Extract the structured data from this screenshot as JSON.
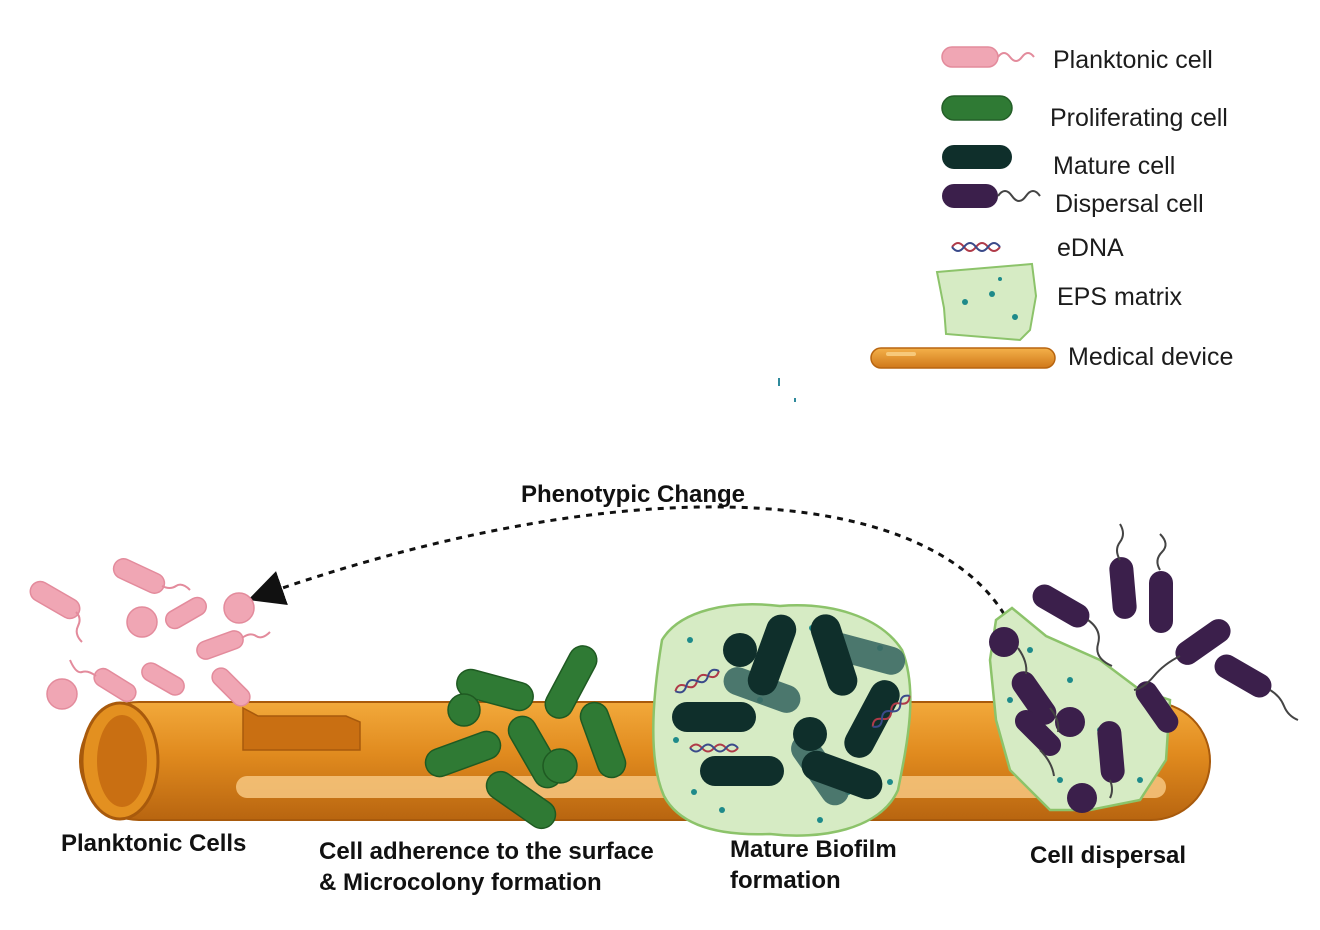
{
  "legend": {
    "items": [
      {
        "icon": "planktonic-cell-icon",
        "label": "Planktonic cell",
        "color": "#f0a6b4"
      },
      {
        "icon": "proliferating-cell-icon",
        "label": "Proliferating cell",
        "color": "#2f7a34"
      },
      {
        "icon": "mature-cell-icon",
        "label": "Mature cell",
        "color": "#0f2f2b"
      },
      {
        "icon": "dispersal-cell-icon",
        "label": "Dispersal cell",
        "color": "#3b1f4b"
      },
      {
        "icon": "edna-icon",
        "label": "eDNA",
        "color": "#b03a48"
      },
      {
        "icon": "eps-matrix-icon",
        "label": "EPS matrix",
        "color": "#d6ebc4"
      },
      {
        "icon": "medical-device-icon",
        "label": "Medical device",
        "color": "#e08a1e"
      }
    ]
  },
  "arrow": {
    "label": "Phenotypic Change"
  },
  "stages": {
    "planktonic": "Planktonic Cells",
    "adherence_line1": "Cell adherence to the surface",
    "adherence_line2": "& Microcolony formation",
    "mature_line1": "Mature Biofilm",
    "mature_line2": "formation",
    "dispersal": "Cell dispersal"
  }
}
